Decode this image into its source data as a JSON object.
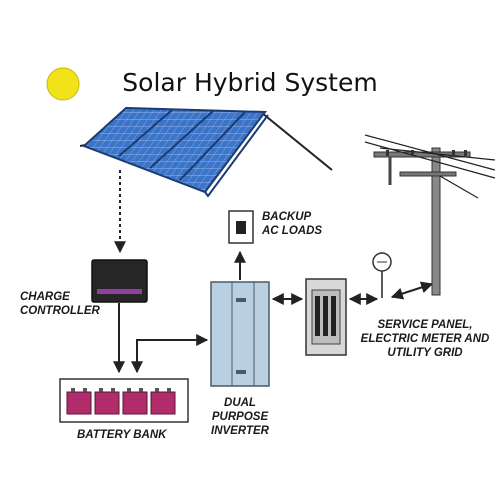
{
  "title": "Solar Hybrid System",
  "labels": {
    "charge_controller": [
      "CHARGE",
      "CONTROLLER"
    ],
    "backup_loads": [
      "BACKUP",
      "AC LOADS"
    ],
    "service_panel": [
      "SERVICE PANEL,",
      "ELECTRIC METER AND",
      "UTILITY GRID"
    ],
    "battery_bank": "BATTERY BANK",
    "inverter": [
      "DUAL",
      "PURPOSE",
      "INVERTER"
    ]
  },
  "colors": {
    "sun": "#f2e21a",
    "panel": "#3c74c8",
    "battery": "#b02c6b",
    "inverter": "#b9d0e2",
    "controller": "#262626",
    "line": "#222222"
  },
  "icons": [
    "sun-icon",
    "solar-panel-icon",
    "utility-pole-icon",
    "electric-meter-icon",
    "battery-icon",
    "ac-outlet-icon"
  ]
}
